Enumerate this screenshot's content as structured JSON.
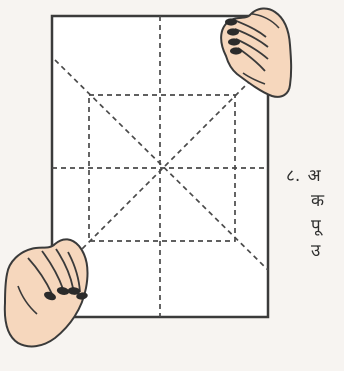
{
  "step": {
    "number": "८.",
    "lines": [
      "अ",
      "क",
      "पू",
      "उ"
    ]
  },
  "icons": {
    "right_hand": "hand-holding-top-corner",
    "left_hand": "hand-holding-bottom-corner"
  },
  "colors": {
    "paper_outline": "#3b3b3b",
    "fold_lines": "#4a4a4a",
    "hand_fill": "#f6d7bd",
    "hand_outline": "#3a3a3a",
    "background": "#f7f4f1"
  }
}
